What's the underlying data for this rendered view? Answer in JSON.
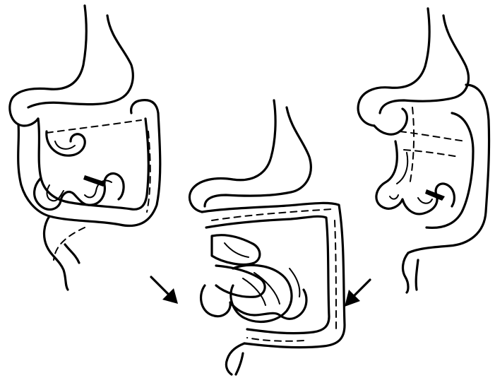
{
  "figure": {
    "panels": [
      {
        "id": "left",
        "depicts": "normal-intestinal-rotation"
      },
      {
        "id": "center",
        "depicts": "midgut-volvulus"
      },
      {
        "id": "right",
        "depicts": "malrotation-with-ladd-bands"
      }
    ],
    "arrows": [
      {
        "id": "left-arrow",
        "direction": "down-right"
      },
      {
        "id": "right-arrow",
        "direction": "down-left"
      }
    ],
    "line_color": "#000000",
    "background": "#ffffff"
  }
}
